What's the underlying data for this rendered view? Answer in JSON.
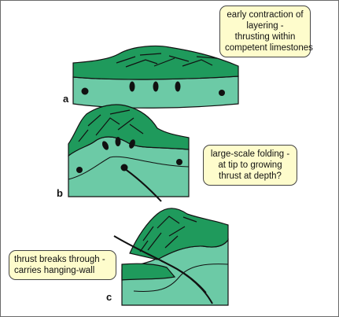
{
  "notes": {
    "a": [
      "early contraction of",
      "layering -",
      "thrusting within",
      "competent limestones"
    ],
    "b": [
      "large-scale folding -",
      "at tip to growing",
      "thrust at depth?"
    ],
    "c": [
      "thrust breaks through -",
      "carries hanging-wall"
    ]
  },
  "panels": {
    "a": "a",
    "b": "b",
    "c": "c"
  },
  "colors": {
    "dark_layer": "#1f9a5c",
    "light_layer": "#6ccaa6",
    "note_fill": "#fefccc",
    "outline": "#111111"
  }
}
